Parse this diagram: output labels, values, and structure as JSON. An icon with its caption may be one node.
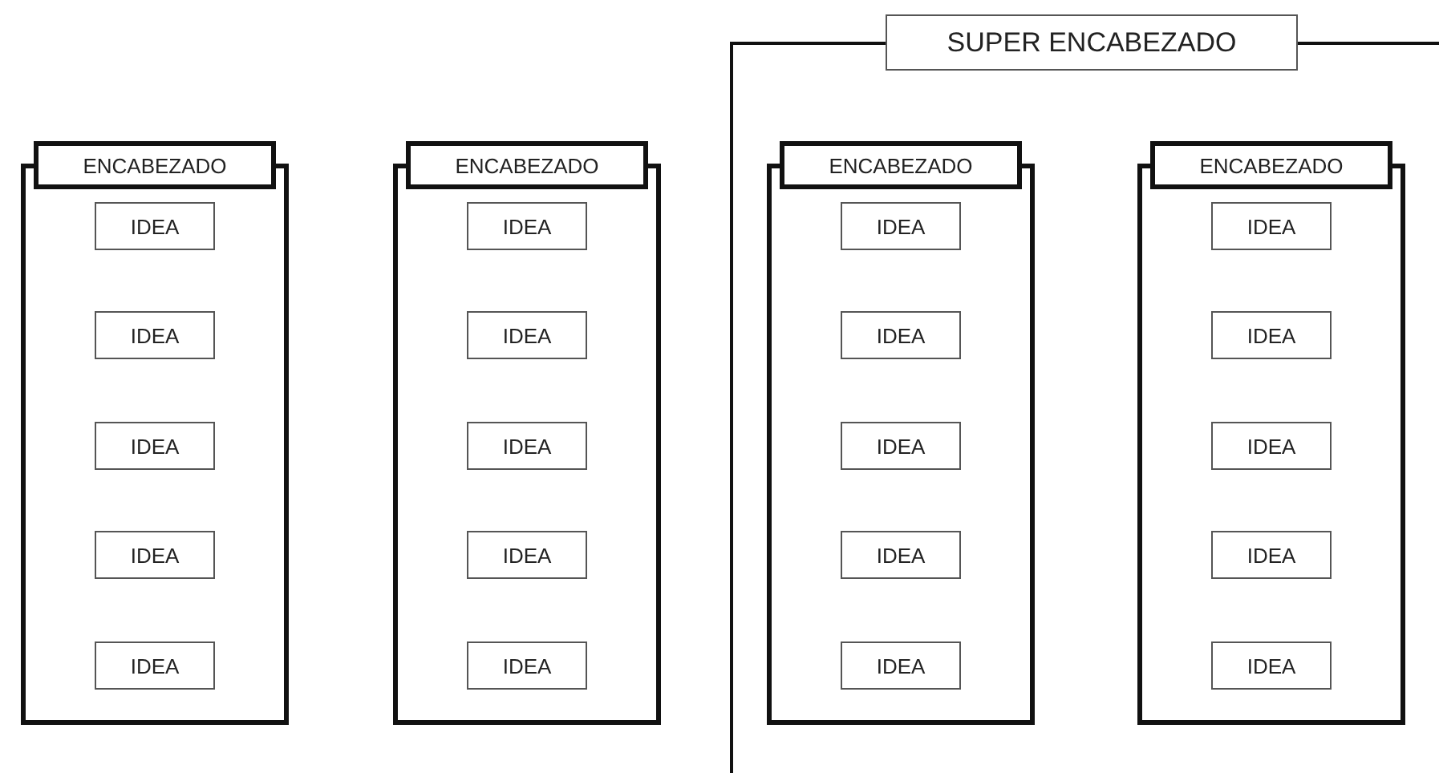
{
  "diagram": {
    "nodes": [
      {
        "text": [
          "ENCABEZADO"
        ]
      },
      {
        "text": [
          "IDEA"
        ],
        "in": 0
      },
      {
        "text": [
          "IDEA"
        ],
        "in": 0
      },
      {
        "text": [
          "IDEA"
        ],
        "in": 0
      },
      {
        "text": [
          "IDEA"
        ],
        "in": 0
      },
      {
        "text": [
          "IDEA"
        ],
        "in": 0
      },
      {
        "text": [
          "ENCABEZADO"
        ]
      },
      {
        "text": [
          "IDEA"
        ],
        "in": 6
      },
      {
        "text": [
          "IDEA"
        ],
        "in": 6
      },
      {
        "text": [
          "IDEA"
        ],
        "in": 6
      },
      {
        "text": [
          "IDEA"
        ],
        "in": 6
      },
      {
        "text": [
          "IDEA"
        ],
        "in": 6
      },
      {
        "text": [
          "SUPER ENCABEZADO"
        ]
      },
      {
        "text": [
          "ENCABEZADO"
        ],
        "in": 12
      },
      {
        "text": [
          "IDEA"
        ],
        "in": 13
      },
      {
        "text": [
          "IDEA"
        ],
        "in": 13
      },
      {
        "text": [
          "IDEA"
        ],
        "in": 13
      },
      {
        "text": [
          "IDEA"
        ],
        "in": 13
      },
      {
        "text": [
          "IDEA"
        ],
        "in": 13
      },
      {
        "text": [
          "ENCABEZADO"
        ],
        "in": 12
      },
      {
        "text": [
          "IDEA"
        ],
        "in": 19
      },
      {
        "text": [
          "IDEA"
        ],
        "in": 19
      },
      {
        "text": [
          "IDEA"
        ],
        "in": 19
      },
      {
        "text": [
          "IDEA"
        ],
        "in": 19
      },
      {
        "text": [
          "IDEA"
        ],
        "in": 19
      }
    ]
  }
}
